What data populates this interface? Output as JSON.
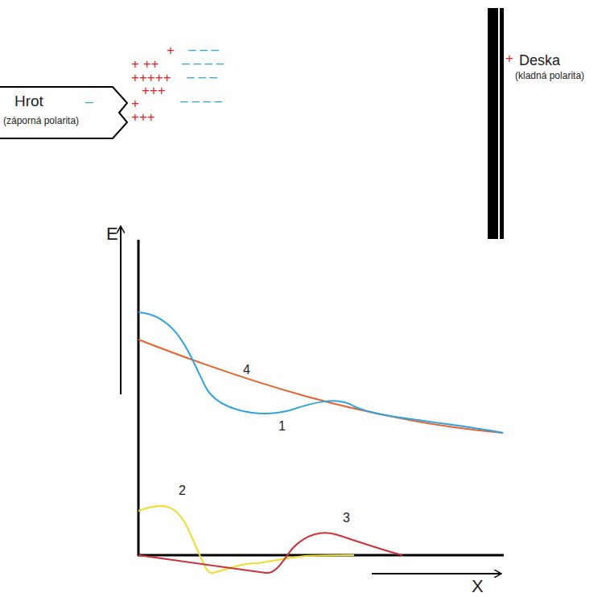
{
  "diagram": {
    "nodes": [
      {
        "text": [
          "Hrot",
          "(záporná polarita)"
        ]
      },
      {
        "text": [
          "Deska",
          "(kladná polarita)"
        ]
      }
    ],
    "labels": [
      "+",
      "+ ++",
      "+++++",
      "+++",
      "+",
      "+++",
      "– – –",
      "– – – –",
      "– – –",
      "– – – –",
      "–",
      "+",
      "E",
      "X",
      "4",
      "1",
      "2",
      "3"
    ]
  }
}
